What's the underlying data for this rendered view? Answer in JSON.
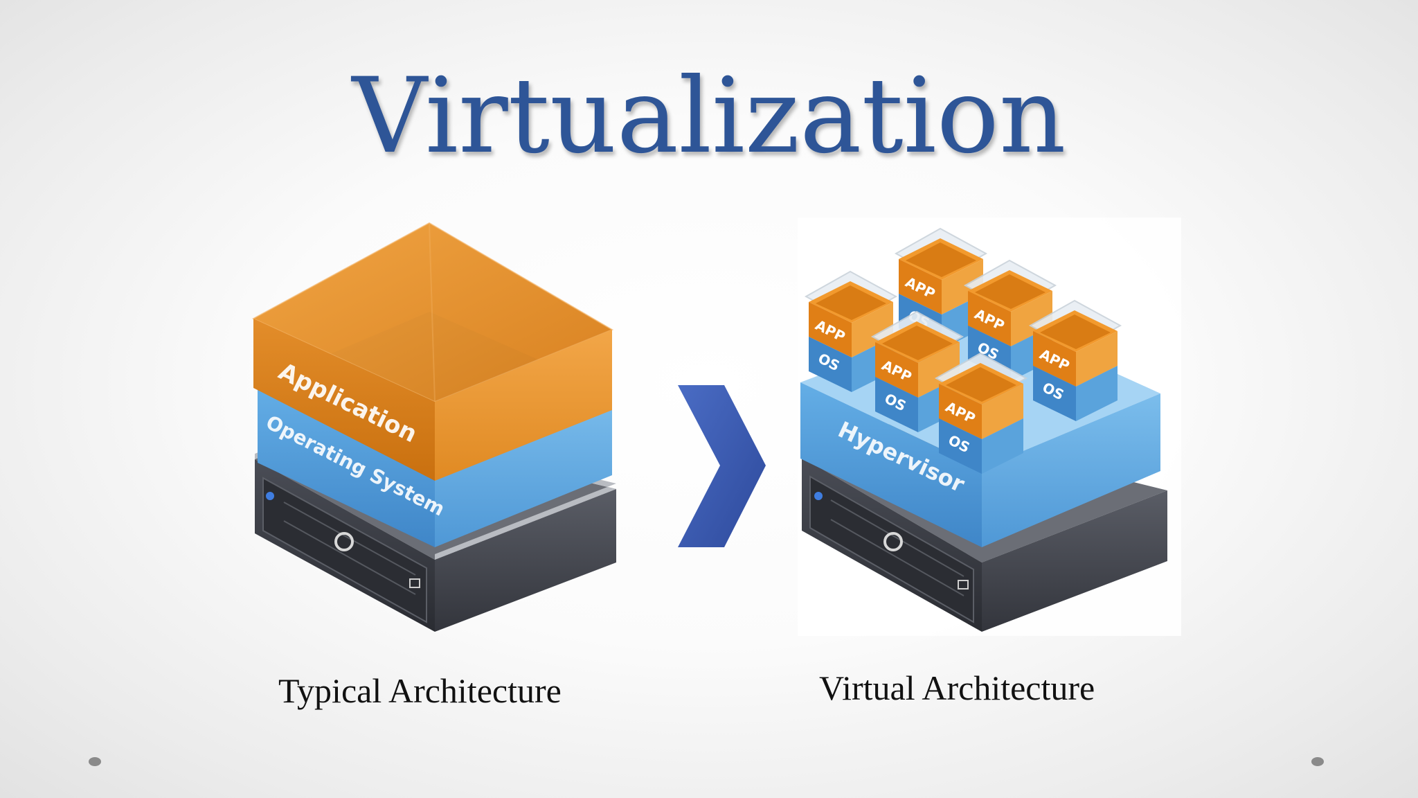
{
  "slide": {
    "title": "Virtualization"
  },
  "left_diagram": {
    "application_label": "Application",
    "os_label": "Operating System",
    "caption": "Typical Architecture"
  },
  "right_diagram": {
    "hypervisor_label": "Hypervisor",
    "vm_app_label": "APP",
    "vm_os_label": "OS",
    "vm_count": 6,
    "caption": "Virtual Architecture"
  },
  "arrow": {
    "icon": "chevron-right-icon"
  },
  "colors": {
    "title": "#2e5597",
    "app_layer": "#e08a23",
    "os_layer": "#4f98d6",
    "hypervisor": "#5aa7e0",
    "server": "#3a3d45",
    "arrow": "#3f5fb5"
  }
}
